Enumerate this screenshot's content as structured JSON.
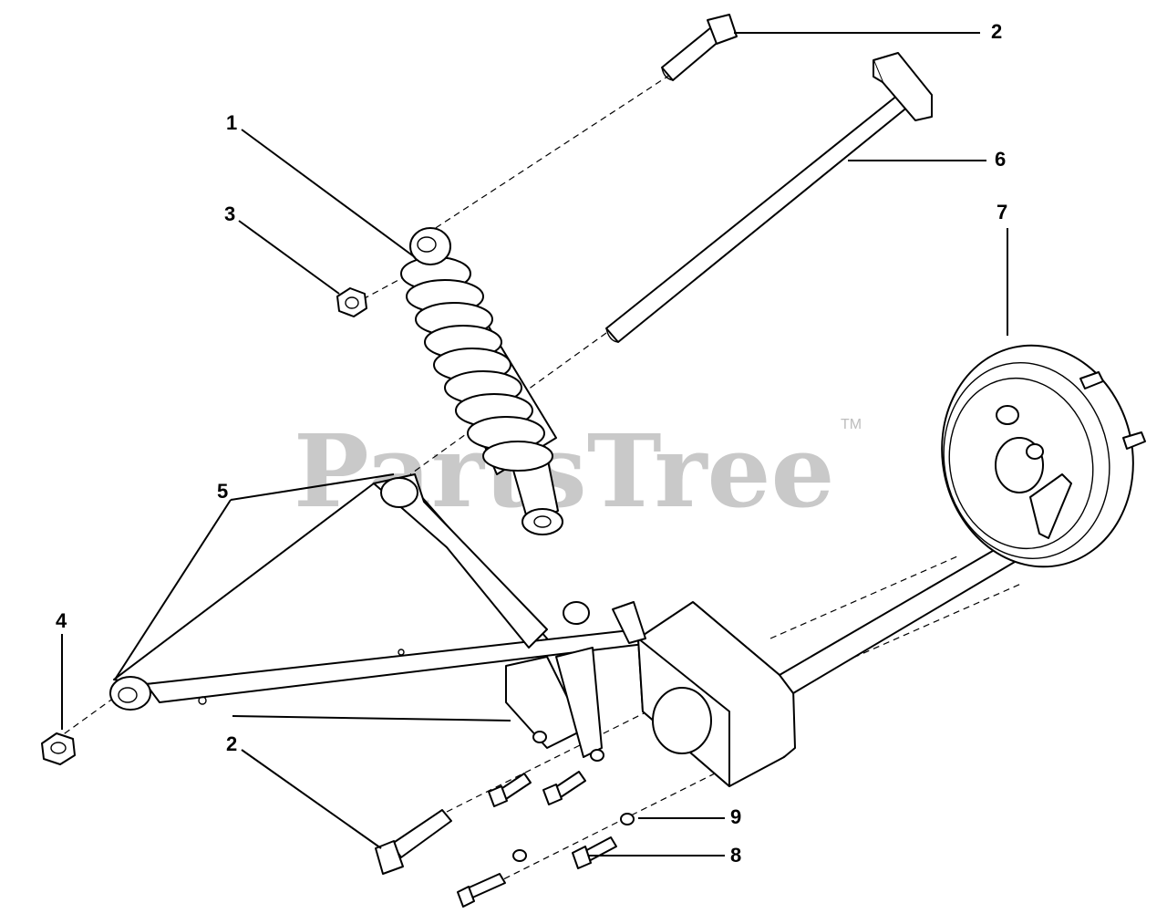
{
  "watermark": {
    "text": "PartsTree",
    "trademark": "TM"
  },
  "callouts": [
    {
      "id": "c2top",
      "label": "2"
    },
    {
      "id": "c1",
      "label": "1"
    },
    {
      "id": "c6",
      "label": "6"
    },
    {
      "id": "c3",
      "label": "3"
    },
    {
      "id": "c7",
      "label": "7"
    },
    {
      "id": "c5",
      "label": "5"
    },
    {
      "id": "c4",
      "label": "4"
    },
    {
      "id": "c2bot",
      "label": "2"
    },
    {
      "id": "c9",
      "label": "9"
    },
    {
      "id": "c8",
      "label": "8"
    }
  ],
  "colors": {
    "line": "#000000",
    "watermark": "#c9c9c9",
    "background": "#ffffff"
  }
}
